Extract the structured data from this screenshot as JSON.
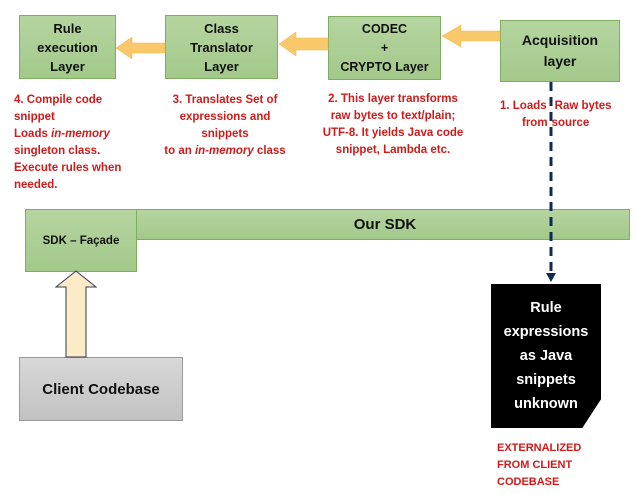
{
  "layers": {
    "rule_execution": {
      "lines": [
        "Rule",
        "execution",
        "Layer"
      ]
    },
    "class_translator": {
      "lines": [
        "Class",
        "Translator",
        "Layer"
      ]
    },
    "codec_crypto": {
      "lines": [
        "CODEC",
        "+",
        "CRYPTO Layer"
      ]
    },
    "acquisition": {
      "lines": [
        "Acquisition",
        "layer"
      ]
    }
  },
  "notes": {
    "step4": {
      "l1": "4. Compile code",
      "l2": "snippet",
      "l3_pre": "Loads ",
      "l3_em": "in-memory",
      "l4": "singleton class.",
      "l5": "Execute rules when",
      "l6": "needed."
    },
    "step3": {
      "l1": "3. Translates Set of",
      "l2": "expressions and snippets",
      "l3_pre": "to an ",
      "l3_em": "in-memory",
      "l3_post": " class"
    },
    "step2": {
      "l1": "2. This layer transforms",
      "l2": "raw bytes to text/plain;",
      "l3": "UTF-8. It yields Java code",
      "l4": "snippet, Lambda etc."
    },
    "step1": {
      "l1a": "1. Loads",
      "l1b": "Raw bytes",
      "l2a": "from",
      "l2b": "source"
    }
  },
  "sdk": {
    "banner": "Our SDK",
    "facade": "SDK – Façade"
  },
  "client": {
    "label": "Client Codebase"
  },
  "external": {
    "lines": [
      "Rule",
      "expressions",
      "as Java",
      "snippets",
      "unknown"
    ],
    "caption": [
      "EXTERNALIZED",
      "FROM CLIENT",
      "CODEBASE"
    ]
  },
  "colors": {
    "layer_fill": "#a9cd8f",
    "arrow_fill": "#f9c86a",
    "note_text": "#d11a1a",
    "dashed_line": "#0f2a55",
    "client_arrow_fill": "#fdebc8",
    "external_fill": "#000000"
  }
}
